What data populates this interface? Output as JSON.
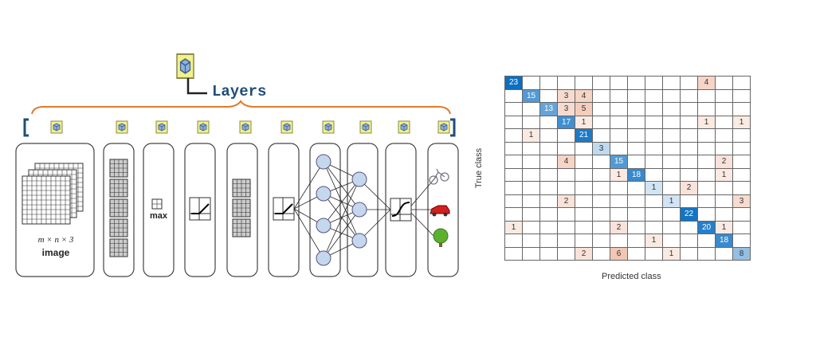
{
  "diagram": {
    "layers_label": "Layers",
    "input_dims": "m × n × 3",
    "input_label": "image",
    "pool_label": "max",
    "output_classes": [
      "bicycle",
      "car",
      "tree"
    ]
  },
  "chart_data": {
    "type": "heatmap",
    "title": "",
    "xlabel": "Predicted class",
    "ylabel": "True class",
    "n_classes": 14,
    "diag_color": "#0b6fc2",
    "offdiag_color": "#e07040",
    "matrix": [
      [
        23,
        0,
        0,
        0,
        0,
        0,
        0,
        0,
        0,
        0,
        0,
        4,
        0,
        0
      ],
      [
        0,
        15,
        0,
        3,
        4,
        0,
        0,
        0,
        0,
        0,
        0,
        0,
        0,
        0
      ],
      [
        0,
        0,
        13,
        3,
        5,
        0,
        0,
        0,
        0,
        0,
        0,
        0,
        0,
        0
      ],
      [
        0,
        0,
        0,
        17,
        1,
        0,
        0,
        0,
        0,
        0,
        0,
        1,
        0,
        1
      ],
      [
        0,
        1,
        0,
        0,
        21,
        0,
        0,
        0,
        0,
        0,
        0,
        0,
        0,
        0
      ],
      [
        0,
        0,
        0,
        0,
        0,
        3,
        0,
        0,
        0,
        0,
        0,
        0,
        0,
        0
      ],
      [
        0,
        0,
        0,
        4,
        0,
        0,
        15,
        0,
        0,
        0,
        0,
        0,
        2,
        0
      ],
      [
        0,
        0,
        0,
        0,
        0,
        0,
        1,
        18,
        0,
        0,
        0,
        0,
        1,
        0
      ],
      [
        0,
        0,
        0,
        0,
        0,
        0,
        0,
        0,
        1,
        0,
        2,
        0,
        0,
        0
      ],
      [
        0,
        0,
        0,
        2,
        0,
        0,
        0,
        0,
        0,
        1,
        0,
        0,
        0,
        3
      ],
      [
        0,
        0,
        0,
        0,
        0,
        0,
        0,
        0,
        0,
        0,
        22,
        0,
        0,
        0
      ],
      [
        1,
        0,
        0,
        0,
        0,
        0,
        2,
        0,
        0,
        0,
        0,
        20,
        1,
        0
      ],
      [
        0,
        0,
        0,
        0,
        0,
        0,
        0,
        0,
        1,
        0,
        0,
        0,
        18,
        0
      ],
      [
        0,
        0,
        0,
        0,
        2,
        0,
        6,
        0,
        0,
        1,
        0,
        0,
        0,
        8
      ]
    ]
  }
}
